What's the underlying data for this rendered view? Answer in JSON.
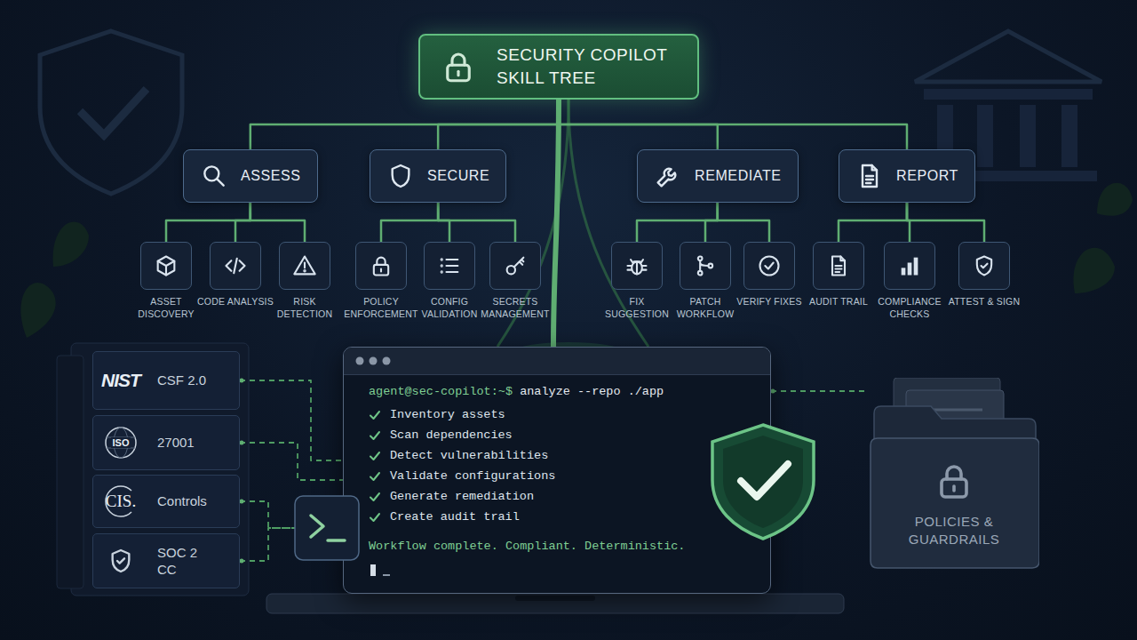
{
  "diagram": {
    "nodes": [
      {
        "text": [
          "SECURITY COPILOT SKILL TREE"
        ]
      },
      {
        "text": [
          "ASSESS"
        ]
      },
      {
        "text": [
          "SECURE"
        ]
      },
      {
        "text": [
          "REMEDIATE"
        ]
      },
      {
        "text": [
          "REPORT"
        ]
      },
      {
        "text": [
          "ASSET DISCOVERY"
        ]
      },
      {
        "text": [
          "CODE ANALYSIS"
        ]
      },
      {
        "text": [
          "RISK DETECTION"
        ]
      },
      {
        "text": [
          "POLICY ENFORCEMENT"
        ]
      },
      {
        "text": [
          "CONFIG VALIDATION"
        ]
      },
      {
        "text": [
          "SECRETS MANAGEMENT"
        ]
      },
      {
        "text": [
          "FIX SUGGESTION"
        ]
      },
      {
        "text": [
          "PATCH WORKFLOW"
        ]
      },
      {
        "text": [
          "VERIFY FIXES"
        ]
      },
      {
        "text": [
          "AUDIT TRAIL"
        ]
      },
      {
        "text": [
          "COMPLIANCE CHECKS"
        ]
      },
      {
        "text": [
          "ATTEST & SIGN"
        ]
      },
      {
        "text": [
          "NIST",
          "CSF 2.0"
        ]
      },
      {
        "text": [
          "ISO",
          "27001"
        ]
      },
      {
        "text": [
          "CIS.",
          "Controls"
        ]
      },
      {
        "text": [
          "SOC 2 CC"
        ]
      },
      {
        "text": [
          "agent@sec-copilot:~$",
          "analyze --repo ./app",
          "Inventory assets",
          "Scan dependencies",
          "Detect vulnerabilities",
          "Validate configurations",
          "Generate remediation",
          "Create audit trail",
          "Workflow complete. Compliant. Deterministic."
        ]
      },
      {
        "text": [
          "POLICIES & GUARDRAILS"
        ]
      }
    ],
    "edges": [
      {
        "from": 0,
        "to": 1,
        "arrow": "none"
      },
      {
        "from": 0,
        "to": 2,
        "arrow": "none"
      },
      {
        "from": 0,
        "to": 3,
        "arrow": "none"
      },
      {
        "from": 0,
        "to": 4,
        "arrow": "none"
      },
      {
        "from": 1,
        "to": 5,
        "arrow": "none"
      },
      {
        "from": 1,
        "to": 6,
        "arrow": "none"
      },
      {
        "from": 1,
        "to": 7,
        "arrow": "none"
      },
      {
        "from": 2,
        "to": 8,
        "arrow": "none"
      },
      {
        "from": 2,
        "to": 9,
        "arrow": "none"
      },
      {
        "from": 2,
        "to": 10,
        "arrow": "none"
      },
      {
        "from": 3,
        "to": 11,
        "arrow": "none"
      },
      {
        "from": 3,
        "to": 12,
        "arrow": "none"
      },
      {
        "from": 3,
        "to": 13,
        "arrow": "none"
      },
      {
        "from": 4,
        "to": 14,
        "arrow": "none"
      },
      {
        "from": 4,
        "to": 15,
        "arrow": "none"
      },
      {
        "from": 4,
        "to": 16,
        "arrow": "none"
      },
      {
        "from": 0,
        "to": 21,
        "arrow": "none"
      },
      {
        "from": 17,
        "to": 21,
        "arrow": "none"
      },
      {
        "from": 18,
        "to": 21,
        "arrow": "none"
      },
      {
        "from": 19,
        "to": 21,
        "arrow": "none"
      },
      {
        "from": 20,
        "to": 21,
        "arrow": "none"
      },
      {
        "from": 21,
        "to": 22,
        "arrow": "none"
      }
    ]
  }
}
